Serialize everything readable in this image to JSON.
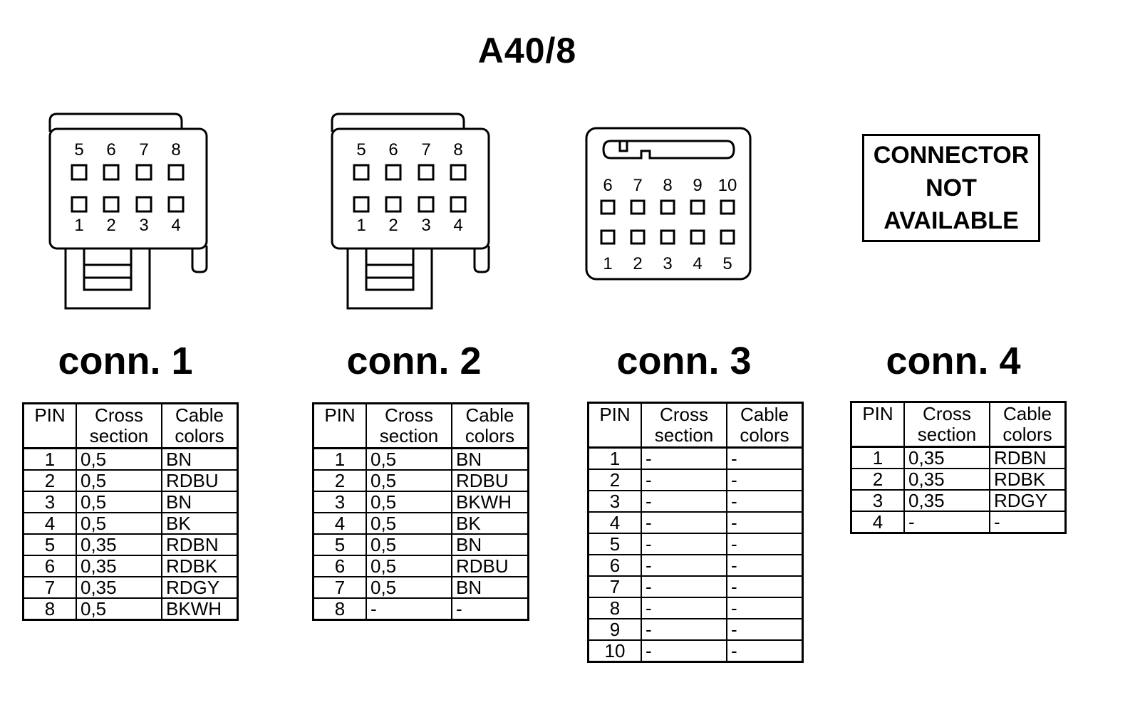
{
  "title": "A40/8",
  "not_available": [
    "CONNECTOR",
    "NOT",
    "AVAILABLE"
  ],
  "headers": {
    "pin": "PIN",
    "cross": [
      "Cross",
      "section"
    ],
    "color": [
      "Cable",
      "colors"
    ]
  },
  "connectors": [
    {
      "label": "conn. 1",
      "top_pins": [
        "5",
        "6",
        "7",
        "8"
      ],
      "bottom_pins": [
        "1",
        "2",
        "3",
        "4"
      ],
      "rows": [
        [
          "1",
          "0,5",
          "BN"
        ],
        [
          "2",
          "0,5",
          "RDBU"
        ],
        [
          "3",
          "0,5",
          "BN"
        ],
        [
          "4",
          "0,5",
          "BK"
        ],
        [
          "5",
          "0,35",
          "RDBN"
        ],
        [
          "6",
          "0,35",
          "RDBK"
        ],
        [
          "7",
          "0,35",
          "RDGY"
        ],
        [
          "8",
          "0,5",
          "BKWH"
        ]
      ]
    },
    {
      "label": "conn. 2",
      "top_pins": [
        "5",
        "6",
        "7",
        "8"
      ],
      "bottom_pins": [
        "1",
        "2",
        "3",
        "4"
      ],
      "rows": [
        [
          "1",
          "0,5",
          "BN"
        ],
        [
          "2",
          "0,5",
          "RDBU"
        ],
        [
          "3",
          "0,5",
          "BKWH"
        ],
        [
          "4",
          "0,5",
          "BK"
        ],
        [
          "5",
          "0,5",
          "BN"
        ],
        [
          "6",
          "0,5",
          "RDBU"
        ],
        [
          "7",
          "0,5",
          "BN"
        ],
        [
          "8",
          "-",
          "-"
        ]
      ]
    },
    {
      "label": "conn. 3",
      "top_pins": [
        "6",
        "7",
        "8",
        "9",
        "10"
      ],
      "bottom_pins": [
        "1",
        "2",
        "3",
        "4",
        "5"
      ],
      "rows": [
        [
          "1",
          "-",
          "-"
        ],
        [
          "2",
          "-",
          "-"
        ],
        [
          "3",
          "-",
          "-"
        ],
        [
          "4",
          "-",
          "-"
        ],
        [
          "5",
          "-",
          "-"
        ],
        [
          "6",
          "-",
          "-"
        ],
        [
          "7",
          "-",
          "-"
        ],
        [
          "8",
          "-",
          "-"
        ],
        [
          "9",
          "-",
          "-"
        ],
        [
          "10",
          "-",
          "-"
        ]
      ]
    },
    {
      "label": "conn. 4",
      "rows": [
        [
          "1",
          "0,35",
          "RDBN"
        ],
        [
          "2",
          "0,35",
          "RDBK"
        ],
        [
          "3",
          "0,35",
          "RDGY"
        ],
        [
          "4",
          "-",
          "-"
        ]
      ]
    }
  ]
}
